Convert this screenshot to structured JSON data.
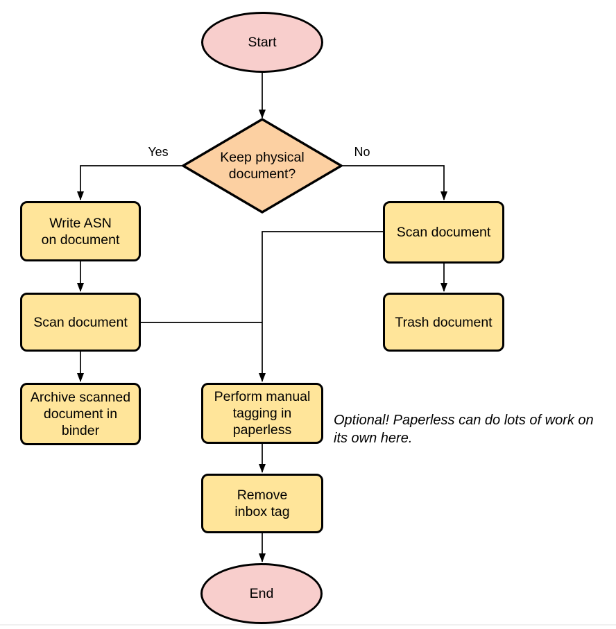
{
  "colors": {
    "background": "#ffffff",
    "stroke": "#000000",
    "process_fill": "#ffe59a",
    "decision_fill": "#fcd0a2",
    "terminal_fill": "#f8cecc",
    "page_divider": "#ececec"
  },
  "nodes": {
    "start": {
      "type": "terminal",
      "label": "Start"
    },
    "decision": {
      "type": "decision",
      "label": "Keep physical\ndocument?"
    },
    "write_asn": {
      "type": "process",
      "label": "Write ASN\non document"
    },
    "scan_left": {
      "type": "process",
      "label": "Scan document"
    },
    "archive": {
      "type": "process",
      "label": "Archive scanned\ndocument in\nbinder"
    },
    "scan_right": {
      "type": "process",
      "label": "Scan document"
    },
    "trash": {
      "type": "process",
      "label": "Trash document"
    },
    "tagging": {
      "type": "process",
      "label": "Perform manual\ntagging in\npaperless"
    },
    "remove_inbox": {
      "type": "process",
      "label": "Remove\ninbox tag"
    },
    "end": {
      "type": "terminal",
      "label": "End"
    }
  },
  "edge_labels": {
    "yes": "Yes",
    "no": "No"
  },
  "note": {
    "text": "Optional! Paperless can do lots of work on\nits own here."
  }
}
